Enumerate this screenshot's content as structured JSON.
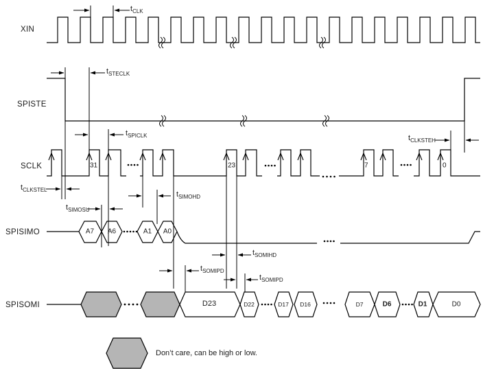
{
  "signals": {
    "xin": "XIN",
    "spiste": "SPISTE",
    "sclk": "SCLK",
    "spisimo": "SPISIMO",
    "spisomi": "SPISOMI"
  },
  "t_prefix": "t",
  "timings": {
    "clk": "CLK",
    "steclk": "STECLK",
    "spiclk": "SPICLK",
    "clkstel": "CLKSTEL",
    "clksteh": "CLKSTEH",
    "simosu": "SIMOSU",
    "simohd": "SIMOHD",
    "somihd": "SOMIHD",
    "somipd1": "SOMIPD",
    "somipd2": "SOMIPD"
  },
  "sclk_bit_numbers": {
    "b31": "31",
    "b23": "23",
    "b7": "7",
    "b0": "0"
  },
  "simo_bits": {
    "a7": "A7",
    "a6": "A6",
    "a1": "A1",
    "a0": "A0"
  },
  "somi_bits": {
    "d23": "D23",
    "d22": "D22",
    "d17": "D17",
    "d16": "D16",
    "d7": "D7",
    "d6": "D6",
    "d1": "D1",
    "d0": "D0"
  },
  "legend": {
    "dont_care": "Don’t care, can be high or low."
  },
  "colors": {
    "line": "#000000",
    "dont_care_fill": "#b5b5b5",
    "background": "#ffffff"
  }
}
